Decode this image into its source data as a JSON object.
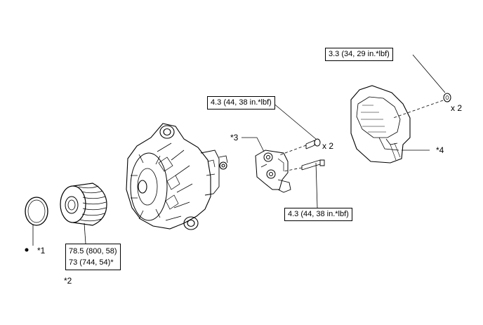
{
  "callouts": {
    "torque_nut": "3.3 (34, 29 in.*lbf)",
    "torque_bolt_upper": "4.3 (44, 38 in.*lbf)",
    "torque_bolt_lower": "4.3 (44, 38 in.*lbf)",
    "pulley_torque_line1": "78.5 (800, 58)",
    "pulley_torque_line2": "73 (744, 54)*"
  },
  "quantities": {
    "nut_qty": "x 2",
    "bolt_qty": "x 2"
  },
  "part_labels": {
    "cap": "*1",
    "pulley": "*2",
    "regulator": "*3",
    "cover": "*4"
  }
}
